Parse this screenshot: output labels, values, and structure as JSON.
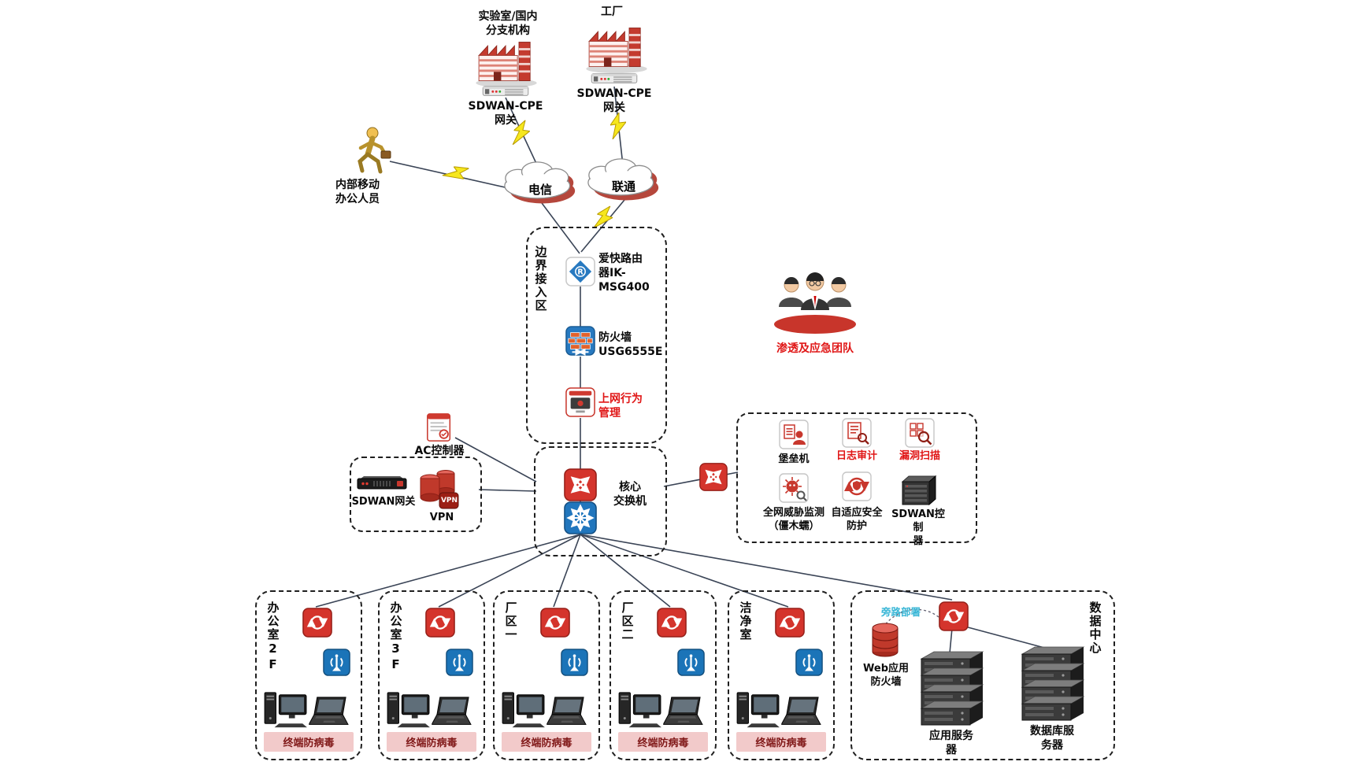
{
  "colors": {
    "red": "#cf2e26",
    "blue": "#2176bd",
    "pink": "#f2caca",
    "cyan": "#38b6d6"
  },
  "top": {
    "branch_label": "实验室/国内\n分支机构",
    "branch_gateway": "SDWAN-CPE\n网关",
    "factory_label": "工厂",
    "factory_gateway": "SDWAN-CPE\n网关",
    "mobile_label": "内部移动\n办公人员",
    "cloud_telecom": "电信",
    "cloud_unicom": "联通"
  },
  "border_zone": {
    "title": "边界接入区",
    "router_label": "爱快路由\n器IK-\nMSG400",
    "router_letter": "R",
    "firewall_label": "防火墙\nUSG6555E",
    "behavior_label": "上网行为\n管理"
  },
  "core": {
    "label": "核心\n交换机"
  },
  "left": {
    "ac_label": "AC控制器",
    "sdwan_label": "SDWAN网关",
    "vpn_label": "VPN",
    "vpn_badge": "VPN"
  },
  "team_label": "渗透及应急团队",
  "security": {
    "bastion": "堡垒机",
    "log_audit": "日志审计",
    "vuln_scan": "漏洞扫描",
    "threat": "全网威胁监测\n（僵木蠕）",
    "adaptive": "自适应安全\n防护",
    "sdwan_ctrl": "SDWAN控制\n器"
  },
  "zones": [
    {
      "label": "办公室2F",
      "antivirus": "终端防病毒"
    },
    {
      "label": "办公室3F",
      "antivirus": "终端防病毒"
    },
    {
      "label": "厂区一",
      "antivirus": "终端防病毒"
    },
    {
      "label": "厂区二",
      "antivirus": "终端防病毒"
    },
    {
      "label": "洁净室",
      "antivirus": "终端防病毒"
    }
  ],
  "datacenter": {
    "title": "数据中心",
    "bypass": "旁路部署",
    "waf": "Web应用\n防火墙",
    "app_server": "应用服务\n器",
    "db_server": "数据库服\n务器"
  }
}
